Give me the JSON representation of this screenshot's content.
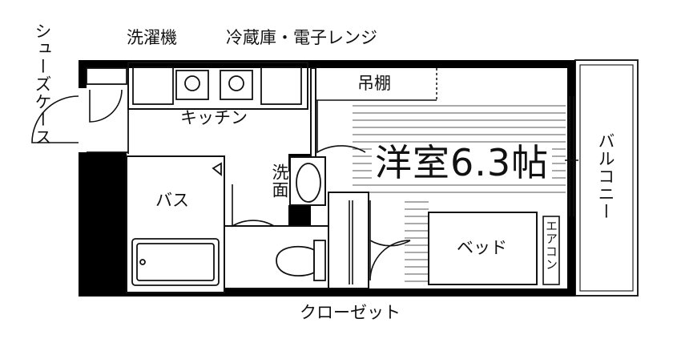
{
  "labels": {
    "shoe_case": "シューズケース",
    "washing_machine": "洗濯機",
    "fridge_microwave": "冷蔵庫・電子レンジ",
    "kitchen": "キッチン",
    "loft_shelf": "吊棚",
    "room": "洋室6.3帖",
    "washbasin": "洗面",
    "bath": "バス",
    "bed": "ベッド",
    "aircon": "エアコン",
    "balcony": "バルコニー",
    "closet": "クローゼット"
  },
  "colors": {
    "wall": "#000000",
    "line": "#222222",
    "background": "#ffffff"
  }
}
